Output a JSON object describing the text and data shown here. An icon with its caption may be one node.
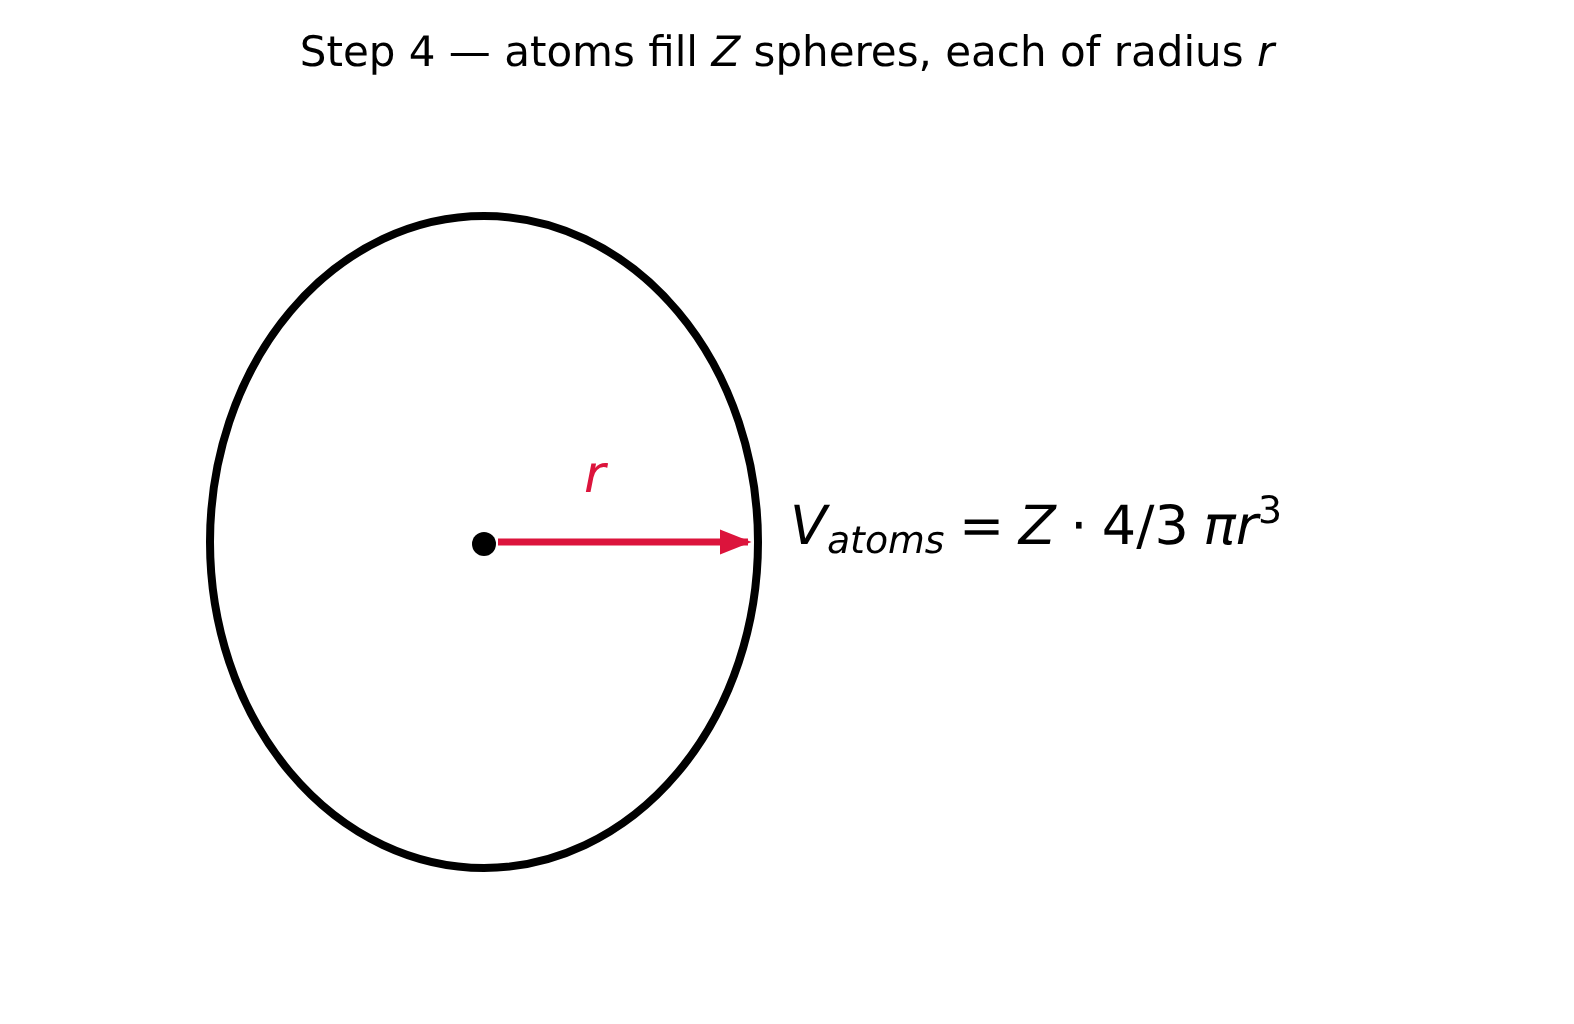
{
  "diagram": {
    "title": "Step 4 — atoms fill *Z* spheres, each of radius *r*",
    "labels": [
      "r",
      "*V*$_{atoms}$ = *Z* · 4/3 *πr*$^{3}$"
    ]
  }
}
